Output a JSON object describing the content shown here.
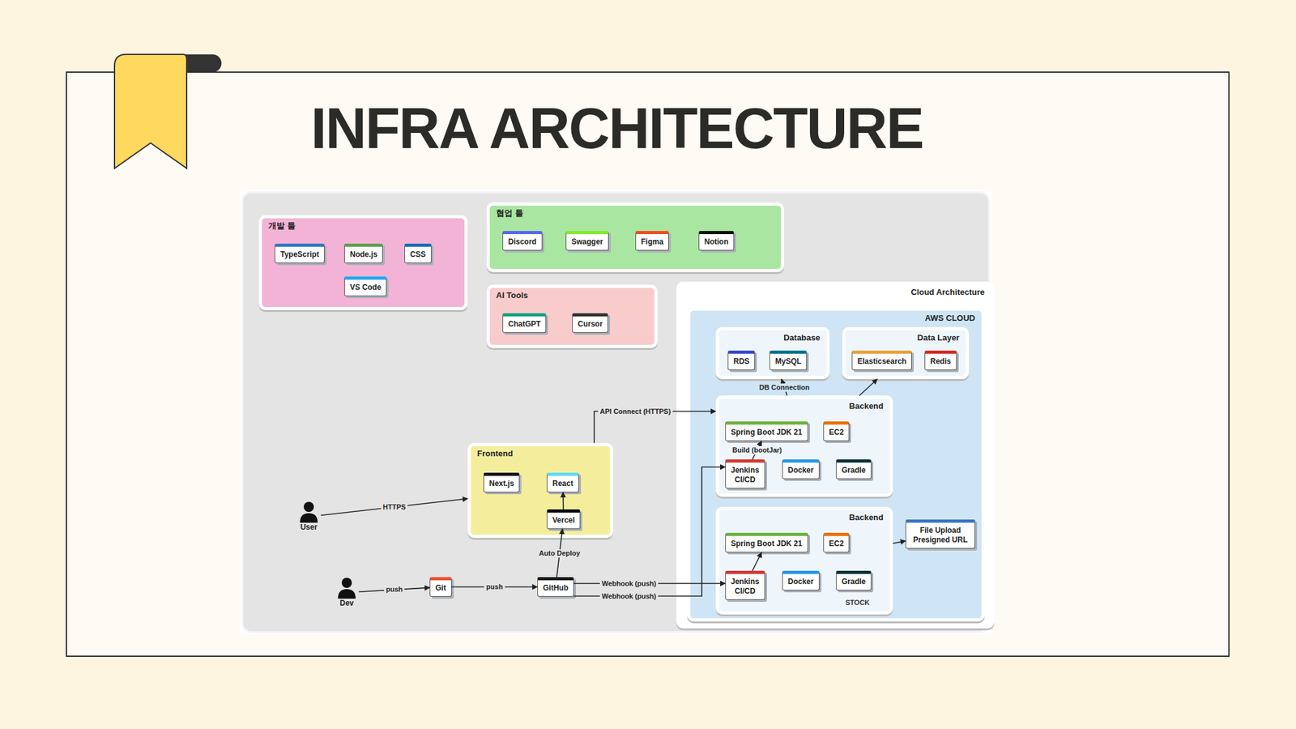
{
  "diagram": {
    "title": "INFRA ARCHITECTURE",
    "nodes": [
      {
        "text": [
          "협업 툴"
        ]
      },
      {
        "text": [
          "Discord"
        ],
        "in": 0
      },
      {
        "text": [
          "Swagger"
        ],
        "in": 0
      },
      {
        "text": [
          "Figma"
        ],
        "in": 0
      },
      {
        "text": [
          "Notion"
        ],
        "in": 0
      },
      {
        "text": [
          "개발 툴"
        ]
      },
      {
        "text": [
          "TypeScript"
        ],
        "in": 5
      },
      {
        "text": [
          "Node.js"
        ],
        "in": 5
      },
      {
        "text": [
          "CSS"
        ],
        "in": 5
      },
      {
        "text": [
          "VS Code"
        ],
        "in": 5
      },
      {
        "text": [
          "AI Tools"
        ]
      },
      {
        "text": [
          "ChatGPT"
        ],
        "in": 10
      },
      {
        "text": [
          "Cursor"
        ],
        "in": 10
      },
      {
        "text": [
          "Frontend"
        ]
      },
      {
        "text": [
          "Next.js"
        ],
        "in": 13
      },
      {
        "text": [
          "React"
        ],
        "in": 13
      },
      {
        "text": [
          "Vercel"
        ],
        "in": 13
      },
      {
        "text": [
          "Cloud Architecture"
        ]
      },
      {
        "text": [
          "AWS CLOUD"
        ],
        "in": 17
      },
      {
        "text": [
          "Database"
        ],
        "in": 18
      },
      {
        "text": [
          "RDS"
        ],
        "in": 19
      },
      {
        "text": [
          "MySQL"
        ],
        "in": 19
      },
      {
        "text": [
          "Data Layer"
        ],
        "in": 18
      },
      {
        "text": [
          "Elasticsearch"
        ],
        "in": 22
      },
      {
        "text": [
          "Redis"
        ],
        "in": 22
      },
      {
        "text": [
          "Backend"
        ],
        "in": 18
      },
      {
        "text": [
          "Spring Boot JDK 21"
        ],
        "in": 25
      },
      {
        "text": [
          "EC2"
        ],
        "in": 25
      },
      {
        "text": [
          "Jenkins",
          "CI/CD"
        ],
        "in": 25
      },
      {
        "text": [
          "Docker"
        ],
        "in": 25
      },
      {
        "text": [
          "Gradle"
        ],
        "in": 25
      },
      {
        "text": [
          "Backend"
        ],
        "in": 18
      },
      {
        "text": [
          "Spring Boot JDK 21"
        ],
        "in": 31
      },
      {
        "text": [
          "EC2"
        ],
        "in": 31
      },
      {
        "text": [
          "Jenkins",
          "CI/CD"
        ],
        "in": 31
      },
      {
        "text": [
          "Docker"
        ],
        "in": 31
      },
      {
        "text": [
          "Gradle"
        ],
        "in": 31
      },
      {
        "text": [
          "File Upload Presigned URL"
        ],
        "in": 18
      },
      {
        "text": [
          "User"
        ]
      },
      {
        "text": [
          "Dev"
        ]
      },
      {
        "text": [
          "Git"
        ]
      },
      {
        "text": [
          "GitHub"
        ]
      }
    ],
    "edges": [
      {
        "from": 38,
        "to": 13,
        "label": "HTTPS",
        "arrow": "to"
      },
      {
        "from": 39,
        "to": 40,
        "label": "push",
        "arrow": "to"
      },
      {
        "from": 40,
        "to": 41,
        "label": "push",
        "arrow": "to"
      },
      {
        "from": 41,
        "to": 16,
        "label": "Auto Deploy",
        "arrow": "to"
      },
      {
        "from": 16,
        "to": 15,
        "arrow": "to"
      },
      {
        "from": 13,
        "to": 25,
        "label": "API Connect (HTTPS)",
        "arrow": "to"
      },
      {
        "from": 25,
        "to": 19,
        "label": "DB Connection",
        "arrow": "to"
      },
      {
        "from": 25,
        "to": 22,
        "arrow": "to"
      },
      {
        "from": 41,
        "to": 28,
        "label": "Webhook (push)",
        "arrow": "to"
      },
      {
        "from": 41,
        "to": 34,
        "label": "Webhook (push)",
        "arrow": "to"
      },
      {
        "from": 28,
        "to": 26,
        "label": "Build (bootJar)",
        "arrow": "to"
      },
      {
        "from": 34,
        "to": 32,
        "arrow": "to"
      },
      {
        "from": 31,
        "to": 37,
        "arrow": "to"
      }
    ],
    "labels": [
      "STOCK"
    ]
  }
}
